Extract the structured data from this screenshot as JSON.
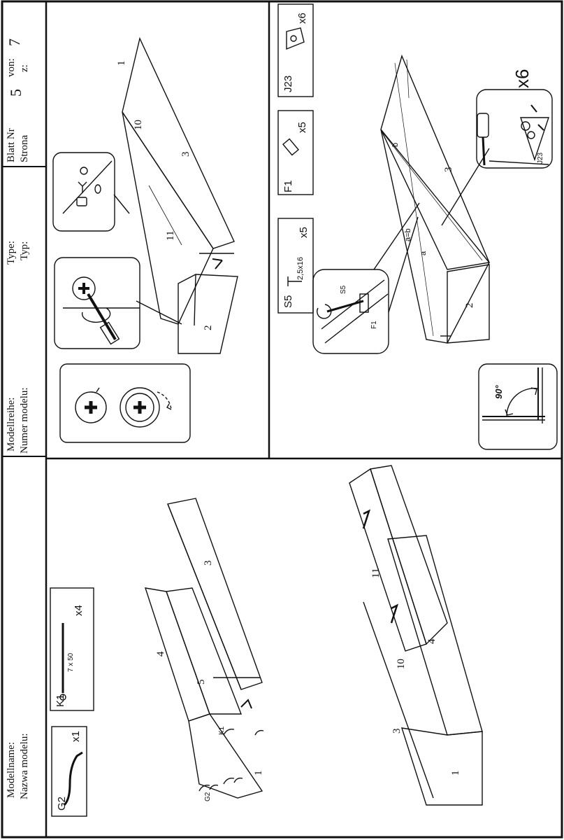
{
  "header": {
    "model_name_label": "Modellname:",
    "model_name_label_pl": "Nazwa modelu:",
    "model_series_label": "Modellreihe:",
    "model_series_label_pl": "Numer modelu:",
    "type_label": "Type:",
    "type_label_pl": "Typ:",
    "sheet_label": "Blatt Nr",
    "sheet_label_pl": "Strona",
    "sheet_number": "5",
    "of_label": "von:",
    "of_label_pl": "z:",
    "total_sheets": "7"
  },
  "step_left": {
    "parts": [
      {
        "code": "G2",
        "qty": "x1"
      },
      {
        "code": "K1",
        "size": "7 x 50",
        "qty": "x4"
      }
    ],
    "panel_numbers_top": [
      "3",
      "4",
      "5",
      "1"
    ],
    "panel_numbers_bottom": [
      "11",
      "10",
      "4",
      "3",
      "1"
    ],
    "fitting_labels": [
      "G2",
      "K1"
    ]
  },
  "step_right": {
    "panel_numbers_top": [
      "1",
      "10",
      "3",
      "11",
      "2"
    ],
    "panel_numbers_bottom": [
      "3",
      "2"
    ],
    "parts": [
      {
        "code": "S5",
        "size": "2,5x16",
        "qty": "x5"
      },
      {
        "code": "F1",
        "qty": "x5"
      },
      {
        "code": "J23",
        "qty": "x6"
      }
    ],
    "measure_labels": [
      "a",
      "b",
      "a=b"
    ],
    "callout_labels": [
      "S5",
      "F1"
    ],
    "angle_label": "90°",
    "inset_qty": "x6",
    "inset_part": "J23"
  }
}
